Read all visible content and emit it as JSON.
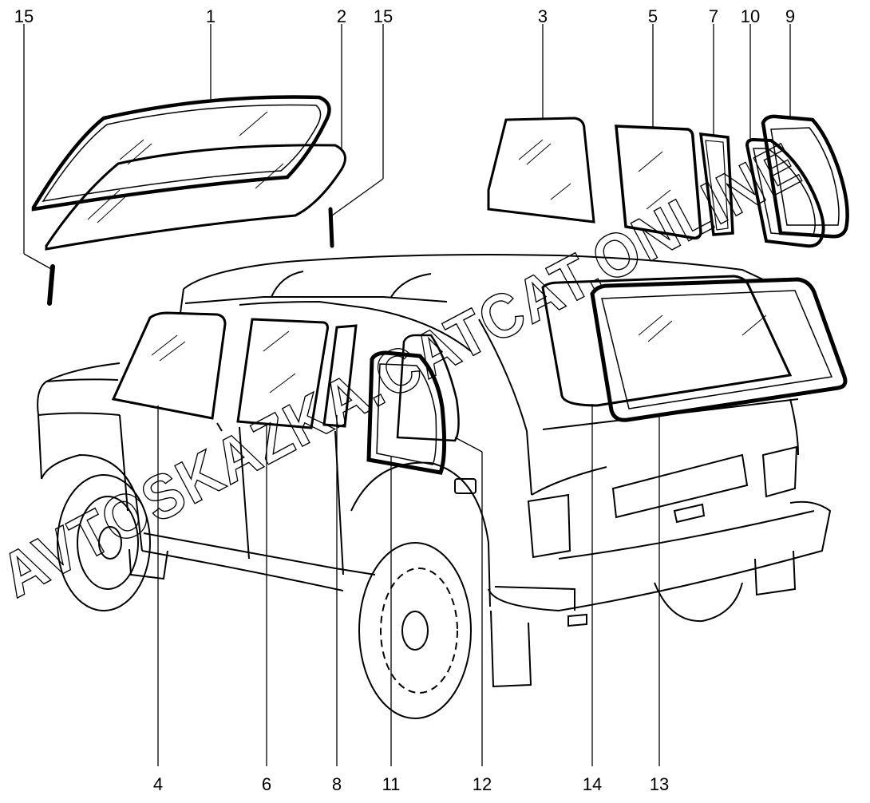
{
  "watermark": "AVTOSKAZKA.CATCAT.ONLINE",
  "callouts": {
    "c1": "1",
    "c2": "2",
    "c3": "3",
    "c4": "4",
    "c5": "5",
    "c6": "6",
    "c7": "7",
    "c8": "8",
    "c9": "9",
    "c10": "10",
    "c11": "11",
    "c12": "12",
    "c13": "13",
    "c14": "14",
    "c15a": "15",
    "c15b": "15"
  }
}
